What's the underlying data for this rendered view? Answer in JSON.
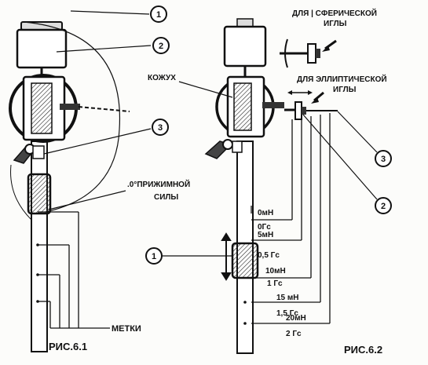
{
  "figure1": {
    "caption": "РИС.6.1",
    "callouts": [
      "1",
      "2",
      "3"
    ],
    "zero_force_label_line1": ".0°ПРИЖИМНОЙ",
    "zero_force_label_line2": "СИЛЫ",
    "marks_label": "МЕТКИ"
  },
  "figure2": {
    "caption": "РИС.6.2",
    "casing_label": "КОЖУХ",
    "spherical_label_line1": "ДЛЯ | СФЕРИЧЕСКОЙ",
    "spherical_label_line2": "ИГЛЫ",
    "elliptical_label_line1": "ДЛЯ ЭЛЛИПТИЧЕСКОЙ",
    "elliptical_label_line2": "ИГЛЫ",
    "callouts": [
      "1",
      "2",
      "3"
    ],
    "scale": [
      {
        "mn": "0мН",
        "gs": "0Гс"
      },
      {
        "mn": "5мН",
        "gs": "0,5 Гс"
      },
      {
        "mn": "10мН",
        "gs": "1 Гс"
      },
      {
        "mn": "15 мН",
        "gs": "1,5 Гс"
      },
      {
        "mn": "20мН",
        "gs": "2 Гс"
      }
    ]
  }
}
